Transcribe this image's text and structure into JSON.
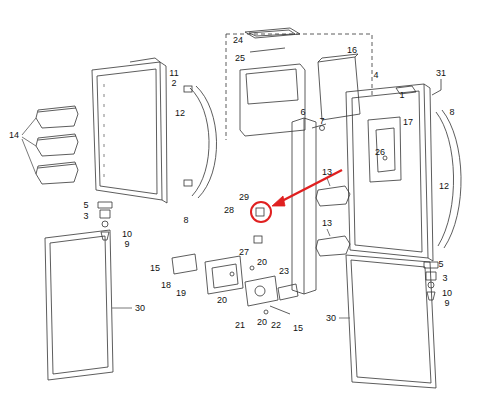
{
  "diagram": {
    "labels": [
      "24",
      "16",
      "25",
      "4",
      "31",
      "11",
      "2",
      "1",
      "8",
      "17",
      "12",
      "6",
      "7",
      "14",
      "26",
      "12",
      "13",
      "8",
      "5",
      "3",
      "29",
      "28",
      "13",
      "10",
      "9",
      "27",
      "5",
      "3",
      "20",
      "15",
      "18",
      "19",
      "20",
      "23",
      "20",
      "21",
      "22",
      "15",
      "30",
      "30",
      "10",
      "9"
    ]
  }
}
